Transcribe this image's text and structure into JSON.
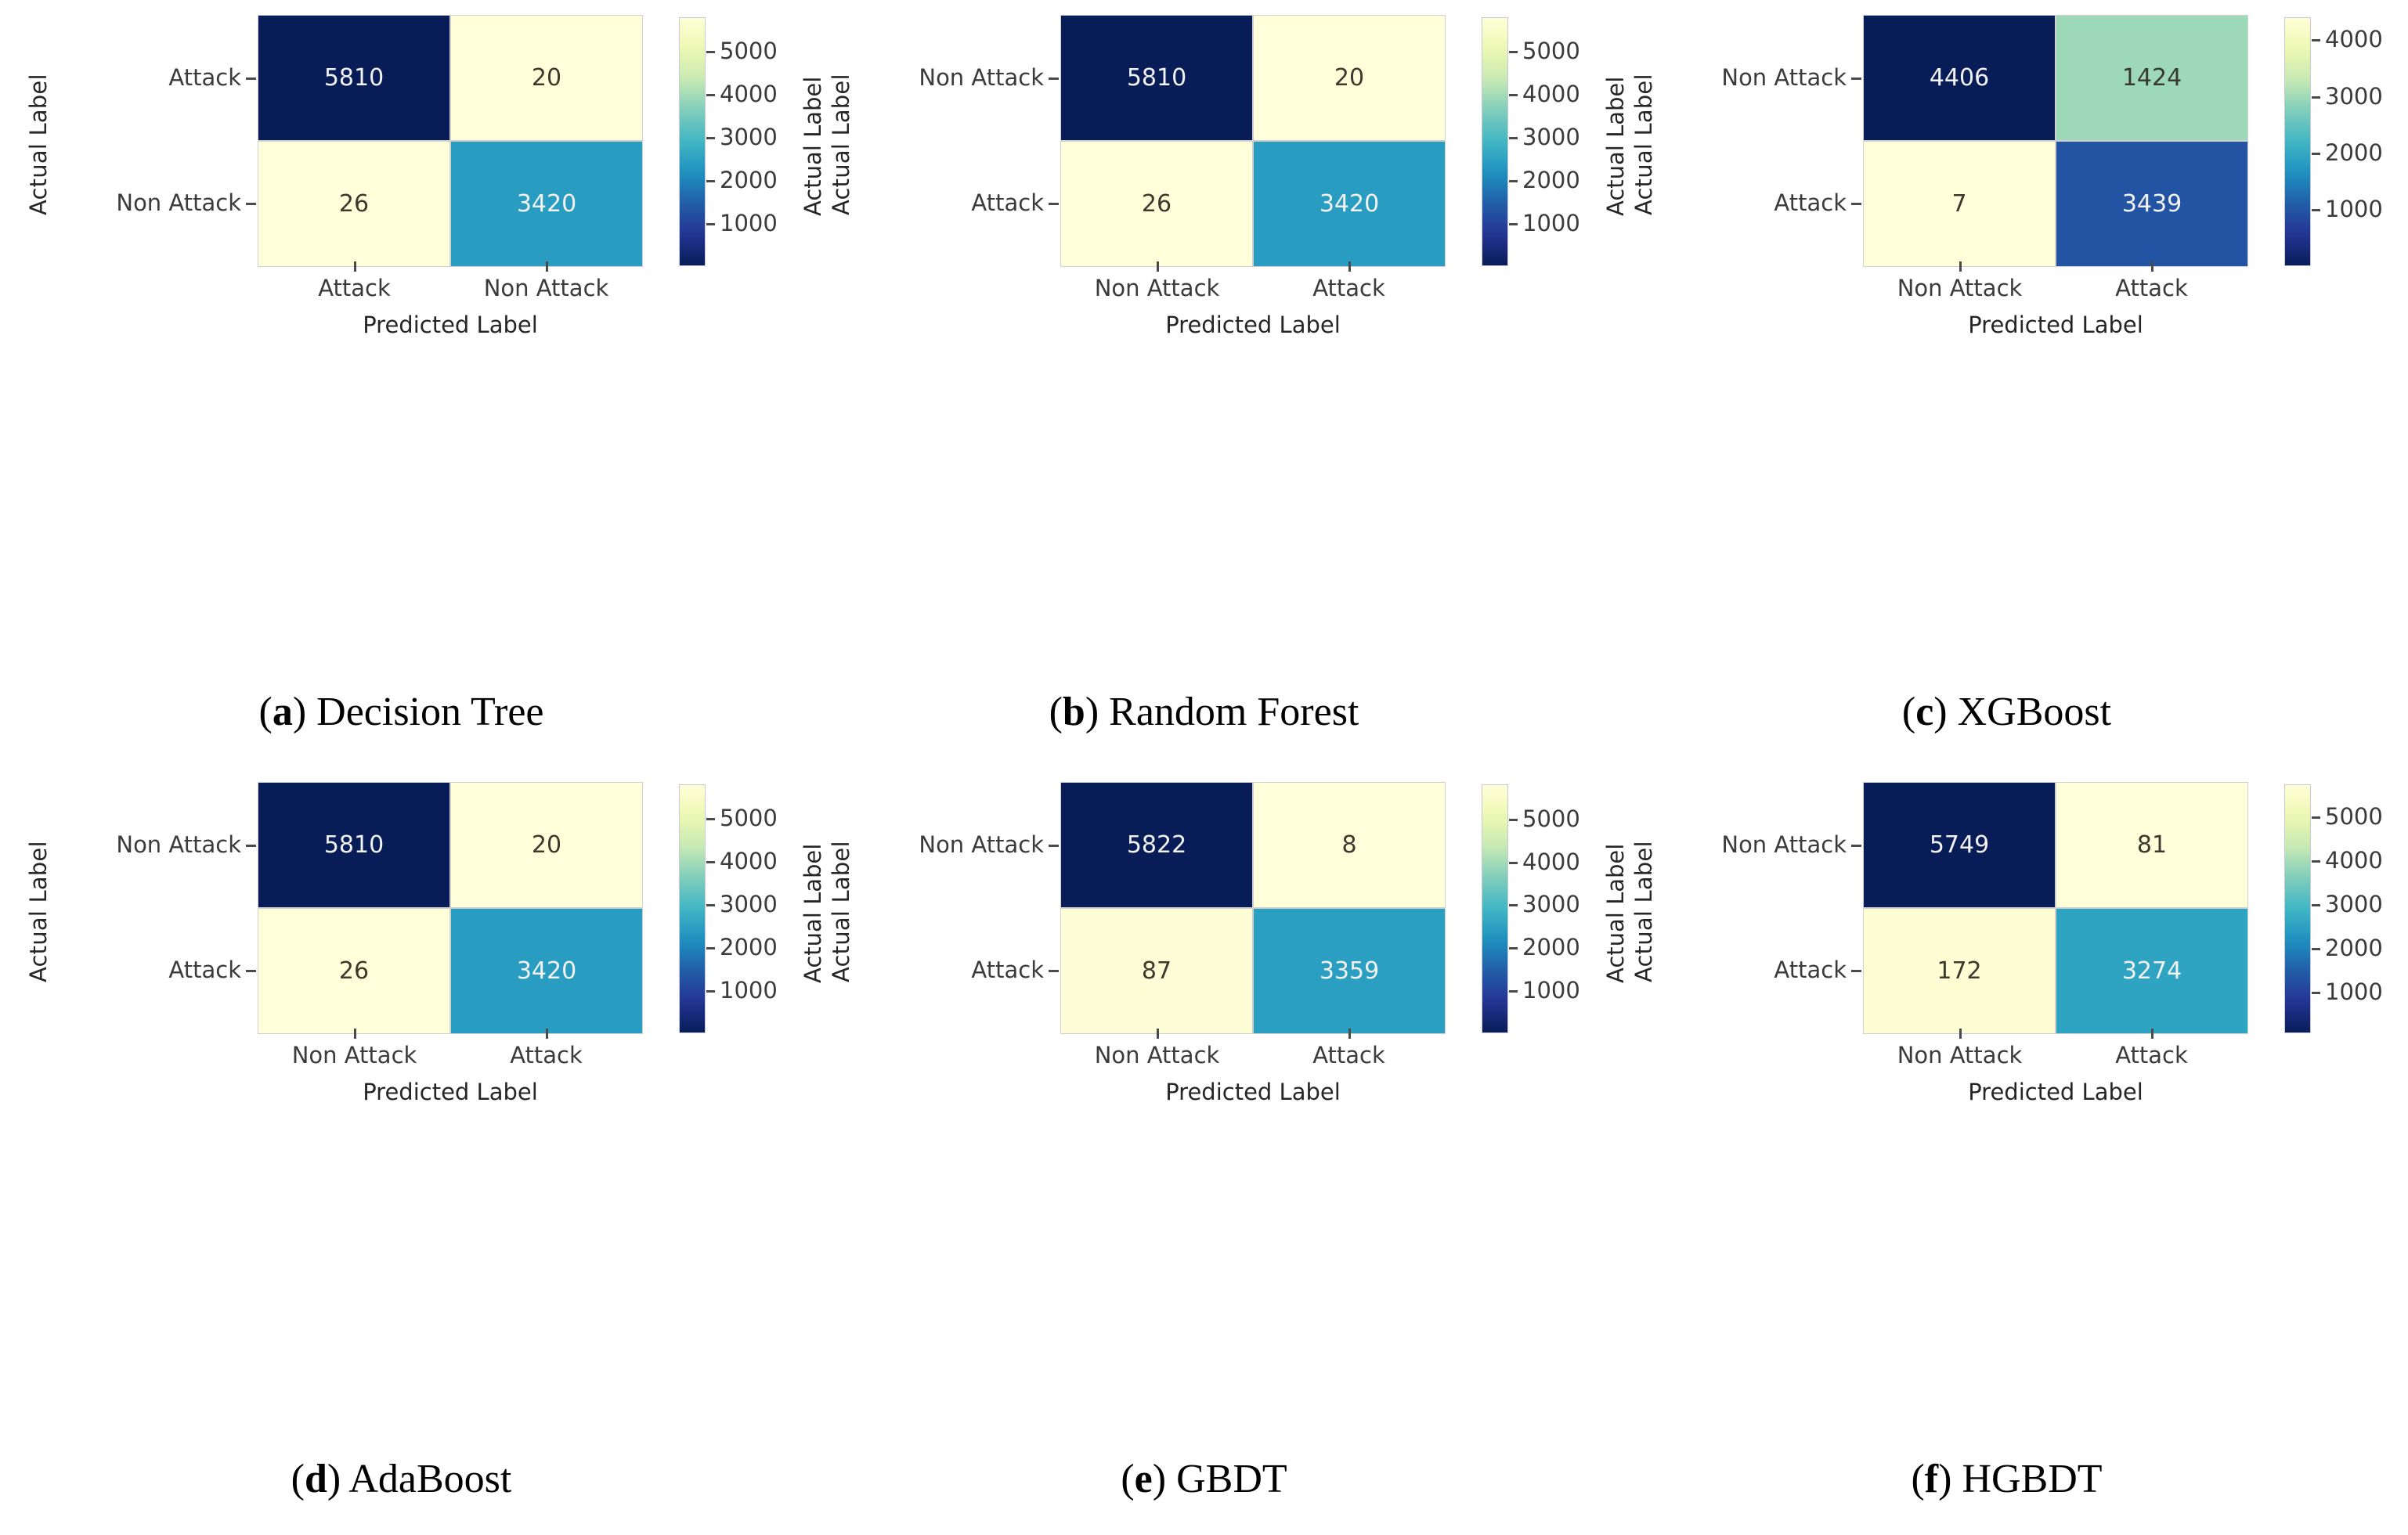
{
  "figure": {
    "colormap": "YlGnBu",
    "axis_titles": {
      "y": "Actual Label",
      "x": "Predicted Label",
      "colorbar": "Actual Label"
    },
    "colors": {
      "navy": "#081d58",
      "dark_blue": "#225ea8",
      "teal": "#2b8cbe",
      "cyan": "#41b6c4",
      "green": "#9cd9b4",
      "pale_yellow": "#ffffd9",
      "light_yellow": "#ffffcc",
      "text_dark": "#262626",
      "text_light": "#ffffff"
    }
  },
  "chart_data": [
    {
      "type": "heatmap",
      "panel": "a",
      "caption_letter": "a",
      "caption_text": "Decision Tree",
      "title": "",
      "xlabel": "Predicted Label",
      "ylabel": "Actual Label",
      "colorbar_label": "Actual Label",
      "x_categories": [
        "Attack",
        "Non Attack"
      ],
      "y_categories": [
        "Attack",
        "Non Attack"
      ],
      "values": [
        [
          5810,
          20
        ],
        [
          26,
          3420
        ]
      ],
      "cbar_ticks": [
        1000,
        2000,
        3000,
        4000,
        5000
      ],
      "vmin": 20,
      "vmax": 5810
    },
    {
      "type": "heatmap",
      "panel": "b",
      "caption_letter": "b",
      "caption_text": "Random Forest",
      "title": "",
      "xlabel": "Predicted Label",
      "ylabel": "Actual Label",
      "colorbar_label": "Actual Label",
      "x_categories": [
        "Non Attack",
        "Attack"
      ],
      "y_categories": [
        "Non Attack",
        "Attack"
      ],
      "values": [
        [
          5810,
          20
        ],
        [
          26,
          3420
        ]
      ],
      "cbar_ticks": [
        1000,
        2000,
        3000,
        4000,
        5000
      ],
      "vmin": 20,
      "vmax": 5810
    },
    {
      "type": "heatmap",
      "panel": "c",
      "caption_letter": "c",
      "caption_text": "XGBoost",
      "title": "",
      "xlabel": "Predicted Label",
      "ylabel": "Actual Label",
      "colorbar_label": "",
      "x_categories": [
        "Non Attack",
        "Attack"
      ],
      "y_categories": [
        "Non Attack",
        "Attack"
      ],
      "values": [
        [
          4406,
          1424
        ],
        [
          7,
          3439
        ]
      ],
      "cbar_ticks": [
        1000,
        2000,
        3000,
        4000
      ],
      "vmin": 7,
      "vmax": 4406
    },
    {
      "type": "heatmap",
      "panel": "d",
      "caption_letter": "d",
      "caption_text": "AdaBoost",
      "title": "",
      "xlabel": "Predicted Label",
      "ylabel": "Actual Label",
      "colorbar_label": "Actual Label",
      "x_categories": [
        "Non Attack",
        "Attack"
      ],
      "y_categories": [
        "Non Attack",
        "Attack"
      ],
      "values": [
        [
          5810,
          20
        ],
        [
          26,
          3420
        ]
      ],
      "cbar_ticks": [
        1000,
        2000,
        3000,
        4000,
        5000
      ],
      "vmin": 20,
      "vmax": 5810
    },
    {
      "type": "heatmap",
      "panel": "e",
      "caption_letter": "e",
      "caption_text": "GBDT",
      "title": "",
      "xlabel": "Predicted Label",
      "ylabel": "Actual Label",
      "colorbar_label": "Actual Label",
      "x_categories": [
        "Non Attack",
        "Attack"
      ],
      "y_categories": [
        "Non Attack",
        "Attack"
      ],
      "values": [
        [
          5822,
          8
        ],
        [
          87,
          3359
        ]
      ],
      "cbar_ticks": [
        1000,
        2000,
        3000,
        4000,
        5000
      ],
      "vmin": 8,
      "vmax": 5822
    },
    {
      "type": "heatmap",
      "panel": "f",
      "caption_letter": "f",
      "caption_text": "HGBDT",
      "title": "",
      "xlabel": "Predicted Label",
      "ylabel": "Actual Label",
      "colorbar_label": "",
      "x_categories": [
        "Non Attack",
        "Attack"
      ],
      "y_categories": [
        "Non Attack",
        "Attack"
      ],
      "values": [
        [
          5749,
          81
        ],
        [
          172,
          3274
        ]
      ],
      "cbar_ticks": [
        1000,
        2000,
        3000,
        4000,
        5000
      ],
      "vmin": 81,
      "vmax": 5749
    }
  ]
}
